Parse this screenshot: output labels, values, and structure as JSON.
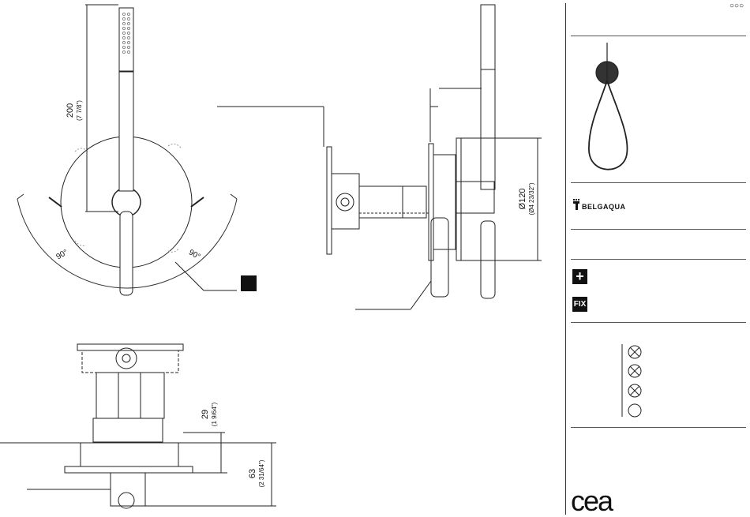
{
  "dimensions": {
    "handle_length": "200",
    "handle_length_in": "(7 7/8\")",
    "rotation_left": "90°",
    "rotation_right": "90°",
    "diameter": "Ø120",
    "diameter_in": "(Ø4 23/32\")",
    "depth_min": "29",
    "depth_min_in": "(1 9/64\")",
    "depth_max": "63",
    "depth_max_in": "(2 31/64\")"
  },
  "sidebar": {
    "brand": "BELGAQUA",
    "plus_symbol": "+",
    "fix_label": "FIX",
    "logo_text": "cea",
    "corner_mark": "○○○"
  },
  "finish_indicators": [
    {
      "icon": "crossed-circle-icon"
    },
    {
      "icon": "crossed-circle-icon"
    },
    {
      "icon": "crossed-circle-icon"
    },
    {
      "icon": "empty-circle-icon"
    }
  ],
  "colors": {
    "line": "#222222",
    "badge": "#111111"
  }
}
